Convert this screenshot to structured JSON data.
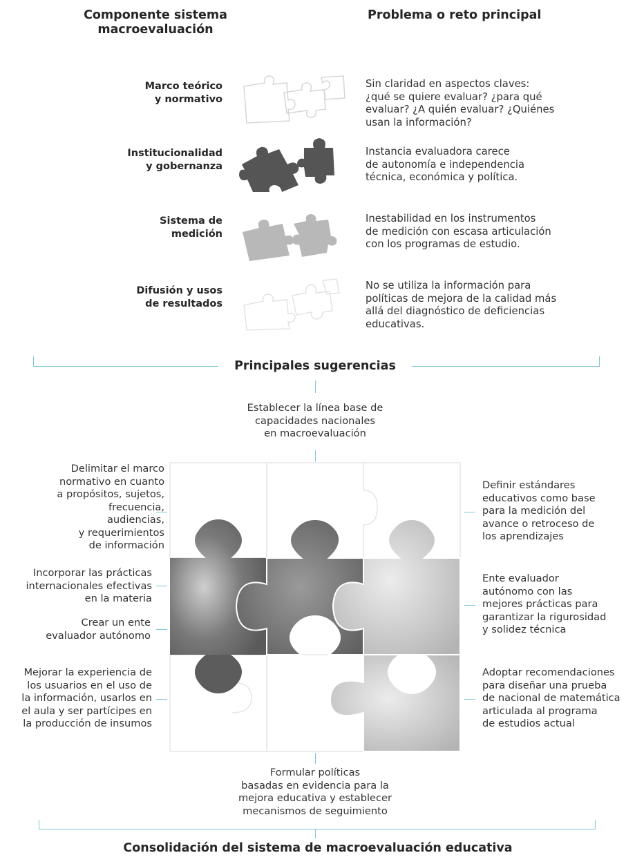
{
  "header": {
    "component_title": "Componente sistema\nmacroevaluación",
    "problem_title": "Problema o reto principal"
  },
  "rows": [
    {
      "component": "Marco teórico\ny normativo",
      "problem": "Sin claridad en aspectos claves:\n¿qué se quiere evaluar? ¿para qué\nevaluar? ¿A quién evaluar? ¿Quiénes\nusan la información?"
    },
    {
      "component": "Institucionalidad\ny gobernanza",
      "problem": "Instancia evaluadora carece\nde autonomía e independencia\ntécnica, económica y política."
    },
    {
      "component": "Sistema de\nmedición",
      "problem": "Inestabilidad en los instrumentos\nde medición con escasa articulación\ncon los programas de estudio."
    },
    {
      "component": "Difusión y usos\nde resultados",
      "problem": "No se utiliza la información para\npolíticas de mejora de la calidad más\nallá del diagnóstico de deficiencias\neducativas."
    }
  ],
  "suggestions_title": "Principales sugerencias",
  "suggestions": {
    "top": "Establecer la línea base de\ncapacidades nacionales\nen macroevaluación",
    "left_1": "Delimitar el marco\nnormativo en cuanto\na propósitos, sujetos,\nfrecuencia,\naudiencias,\ny requerimientos\nde información",
    "left_2": "Incorporar las prácticas\ninternacionales efectivas\nen la materia",
    "left_3": "Crear un ente\nevaluador autónomo",
    "left_4": "Mejorar la experiencia de\nlos usuarios en el uso de\nla información, usarlos en\nel aula y ser partícipes en\nla producción de insumos",
    "right_1": "Definir estándares\neducativos como base\npara la medición del\navance o retroceso de\nlos aprendizajes",
    "right_2": "Ente evaluador\nautónomo con las\nmejores prácticas para\ngarantizar la rigurosidad\ny solidez técnica",
    "right_3": "Adoptar recomendaciones\npara diseñar una prueba\nde nacional de matemática\narticulada al programa\nde estudios actual",
    "bottom": "Formular políticas\nbasadas en evidencia para la\nmejora educativa y establecer\nmecanismos de seguimiento"
  },
  "footer_title": "Consolidación del sistema de macroevaluación educativa",
  "colors": {
    "accent_line": "#7fc6d8",
    "dark_piece": "#555555",
    "mid_piece": "#b8b8b8",
    "outline_piece": "#d8d8d8"
  }
}
